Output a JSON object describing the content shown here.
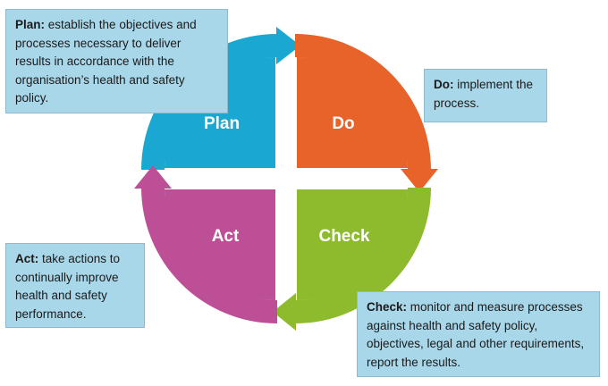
{
  "colors": {
    "plan": "#1aa7d2",
    "do": "#e8632a",
    "check": "#8dbb2d",
    "act": "#bd4f97",
    "callout_bg": "#a9d7ea",
    "callout_border": "#8fb9cc"
  },
  "quadrants": {
    "plan": "Plan",
    "do": "Do",
    "check": "Check",
    "act": "Act"
  },
  "callouts": {
    "plan": {
      "term": "Plan:",
      "text": " establish the objectives and processes necessary to deliver results in accordance with the organisation’s health and safety policy."
    },
    "do": {
      "term": "Do:",
      "text": " implement the process."
    },
    "act": {
      "term": "Act:",
      "text": " take actions to continually improve health and safety performance."
    },
    "check": {
      "term": "Check:",
      "text": " monitor and measure processes against health and safety policy, objectives, legal and other requirements, report the results."
    }
  }
}
